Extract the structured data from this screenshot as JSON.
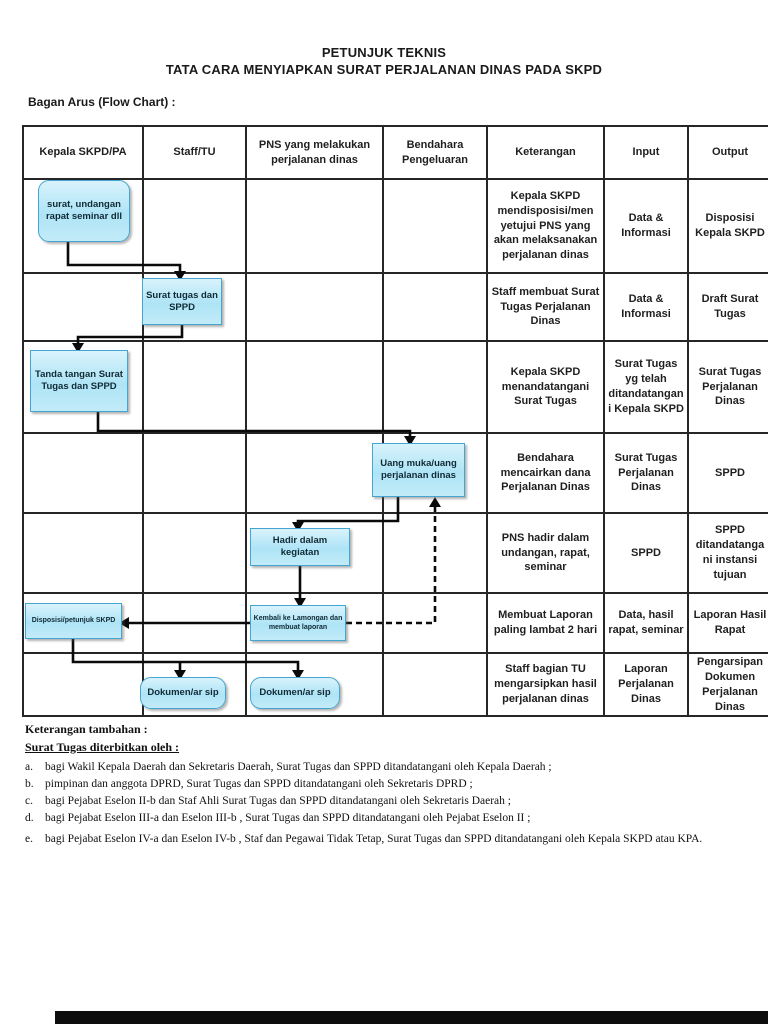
{
  "title": {
    "line1": "PETUNJUK TEKNIS",
    "line2": "TATA CARA MENYIAPKAN SURAT PERJALANAN DINAS PADA SKPD"
  },
  "section_label": "Bagan Arus (Flow Chart) :",
  "table": {
    "headers": [
      "Kepala SKPD/PA",
      "Staff/TU",
      "PNS yang melakukan perjalanan dinas",
      "Bendahara Pengeluaran",
      "Keterangan",
      "Input",
      "Output"
    ],
    "rows": [
      {
        "keterangan": "Kepala SKPD mendisposisi/men yetujui PNS yang akan melaksanakan perjalanan dinas",
        "input": "Data  & Informasi",
        "output": "Disposisi Kepala SKPD"
      },
      {
        "keterangan": "Staff membuat Surat Tugas Perjalanan Dinas",
        "input": "Data  & Informasi",
        "output": "Draft Surat Tugas"
      },
      {
        "keterangan": "Kepala SKPD menandatangani Surat Tugas",
        "input": "Surat Tugas yg telah ditandatangan i Kepala SKPD",
        "output": "Surat Tugas Perjalanan Dinas"
      },
      {
        "keterangan": "Bendahara mencairkan dana Perjalanan Dinas",
        "input": "Surat Tugas Perjalanan Dinas",
        "output": "SPPD"
      },
      {
        "keterangan": "PNS hadir dalam undangan, rapat, seminar",
        "input": "SPPD",
        "output": "SPPD ditandatanga ni instansi tujuan"
      },
      {
        "keterangan": "Membuat Laporan paling lambat 2 hari",
        "input": "Data, hasil rapat, seminar",
        "output": "Laporan Hasil Rapat"
      },
      {
        "keterangan": "Staff bagian TU mengarsipkan hasil perjalanan dinas",
        "input": "Laporan Perjalanan Dinas",
        "output": "Pengarsipan Dokumen Perjalanan Dinas"
      }
    ]
  },
  "flow_boxes": {
    "surat_undangan": "surat, undangan rapat seminar dll",
    "surat_tugas": "Surat tugas dan SPPD",
    "tanda_tangan": "Tanda tangan Surat Tugas dan SPPD",
    "uang_muka": "Uang muka/uang perjalanan dinas",
    "hadir": "Hadir dalam kegiatan",
    "kembali": "Kembali ke Lamongan dan membuat laporan",
    "disposisi": "Disposisi/petunjuk SKPD",
    "dokumen_arsip_1": "Dokumen/ar sip",
    "dokumen_arsip_2": "Dokumen/ar sip"
  },
  "notes": {
    "heading": "Keterangan tambahan :",
    "subheading": "Surat Tugas  diterbitkan oleh :",
    "items": [
      {
        "label": "a.",
        "text": "bagi Wakil Kepala Daerah dan Sekretaris Daerah, Surat Tugas dan SPPD ditandatangani oleh Kepala Daerah ;"
      },
      {
        "label": "b.",
        "text": "pimpinan dan anggota DPRD, Surat Tugas dan SPPD ditandatangani oleh Sekretaris DPRD ;"
      },
      {
        "label": "c.",
        "text": "bagi Pejabat Eselon II-b dan Staf Ahli  Surat Tugas dan SPPD ditandatangani oleh Sekretaris Daerah ;"
      },
      {
        "label": "d.",
        "text": "bagi Pejabat Eselon III-a dan Eselon III-b , Surat Tugas dan SPPD ditandatangani oleh Pejabat Eselon II ;"
      },
      {
        "label": "e.",
        "text": "bagi Pejabat Eselon IV-a dan Eselon IV-b , Staf dan Pegawai Tidak Tetap, Surat Tugas dan SPPD ditandatangani oleh Kepala SKPD atau KPA."
      }
    ]
  },
  "colors": {
    "box_fill": "#aee4f6",
    "box_border": "#46a5d0",
    "table_border": "#262626",
    "line": "#0a0a0a"
  }
}
